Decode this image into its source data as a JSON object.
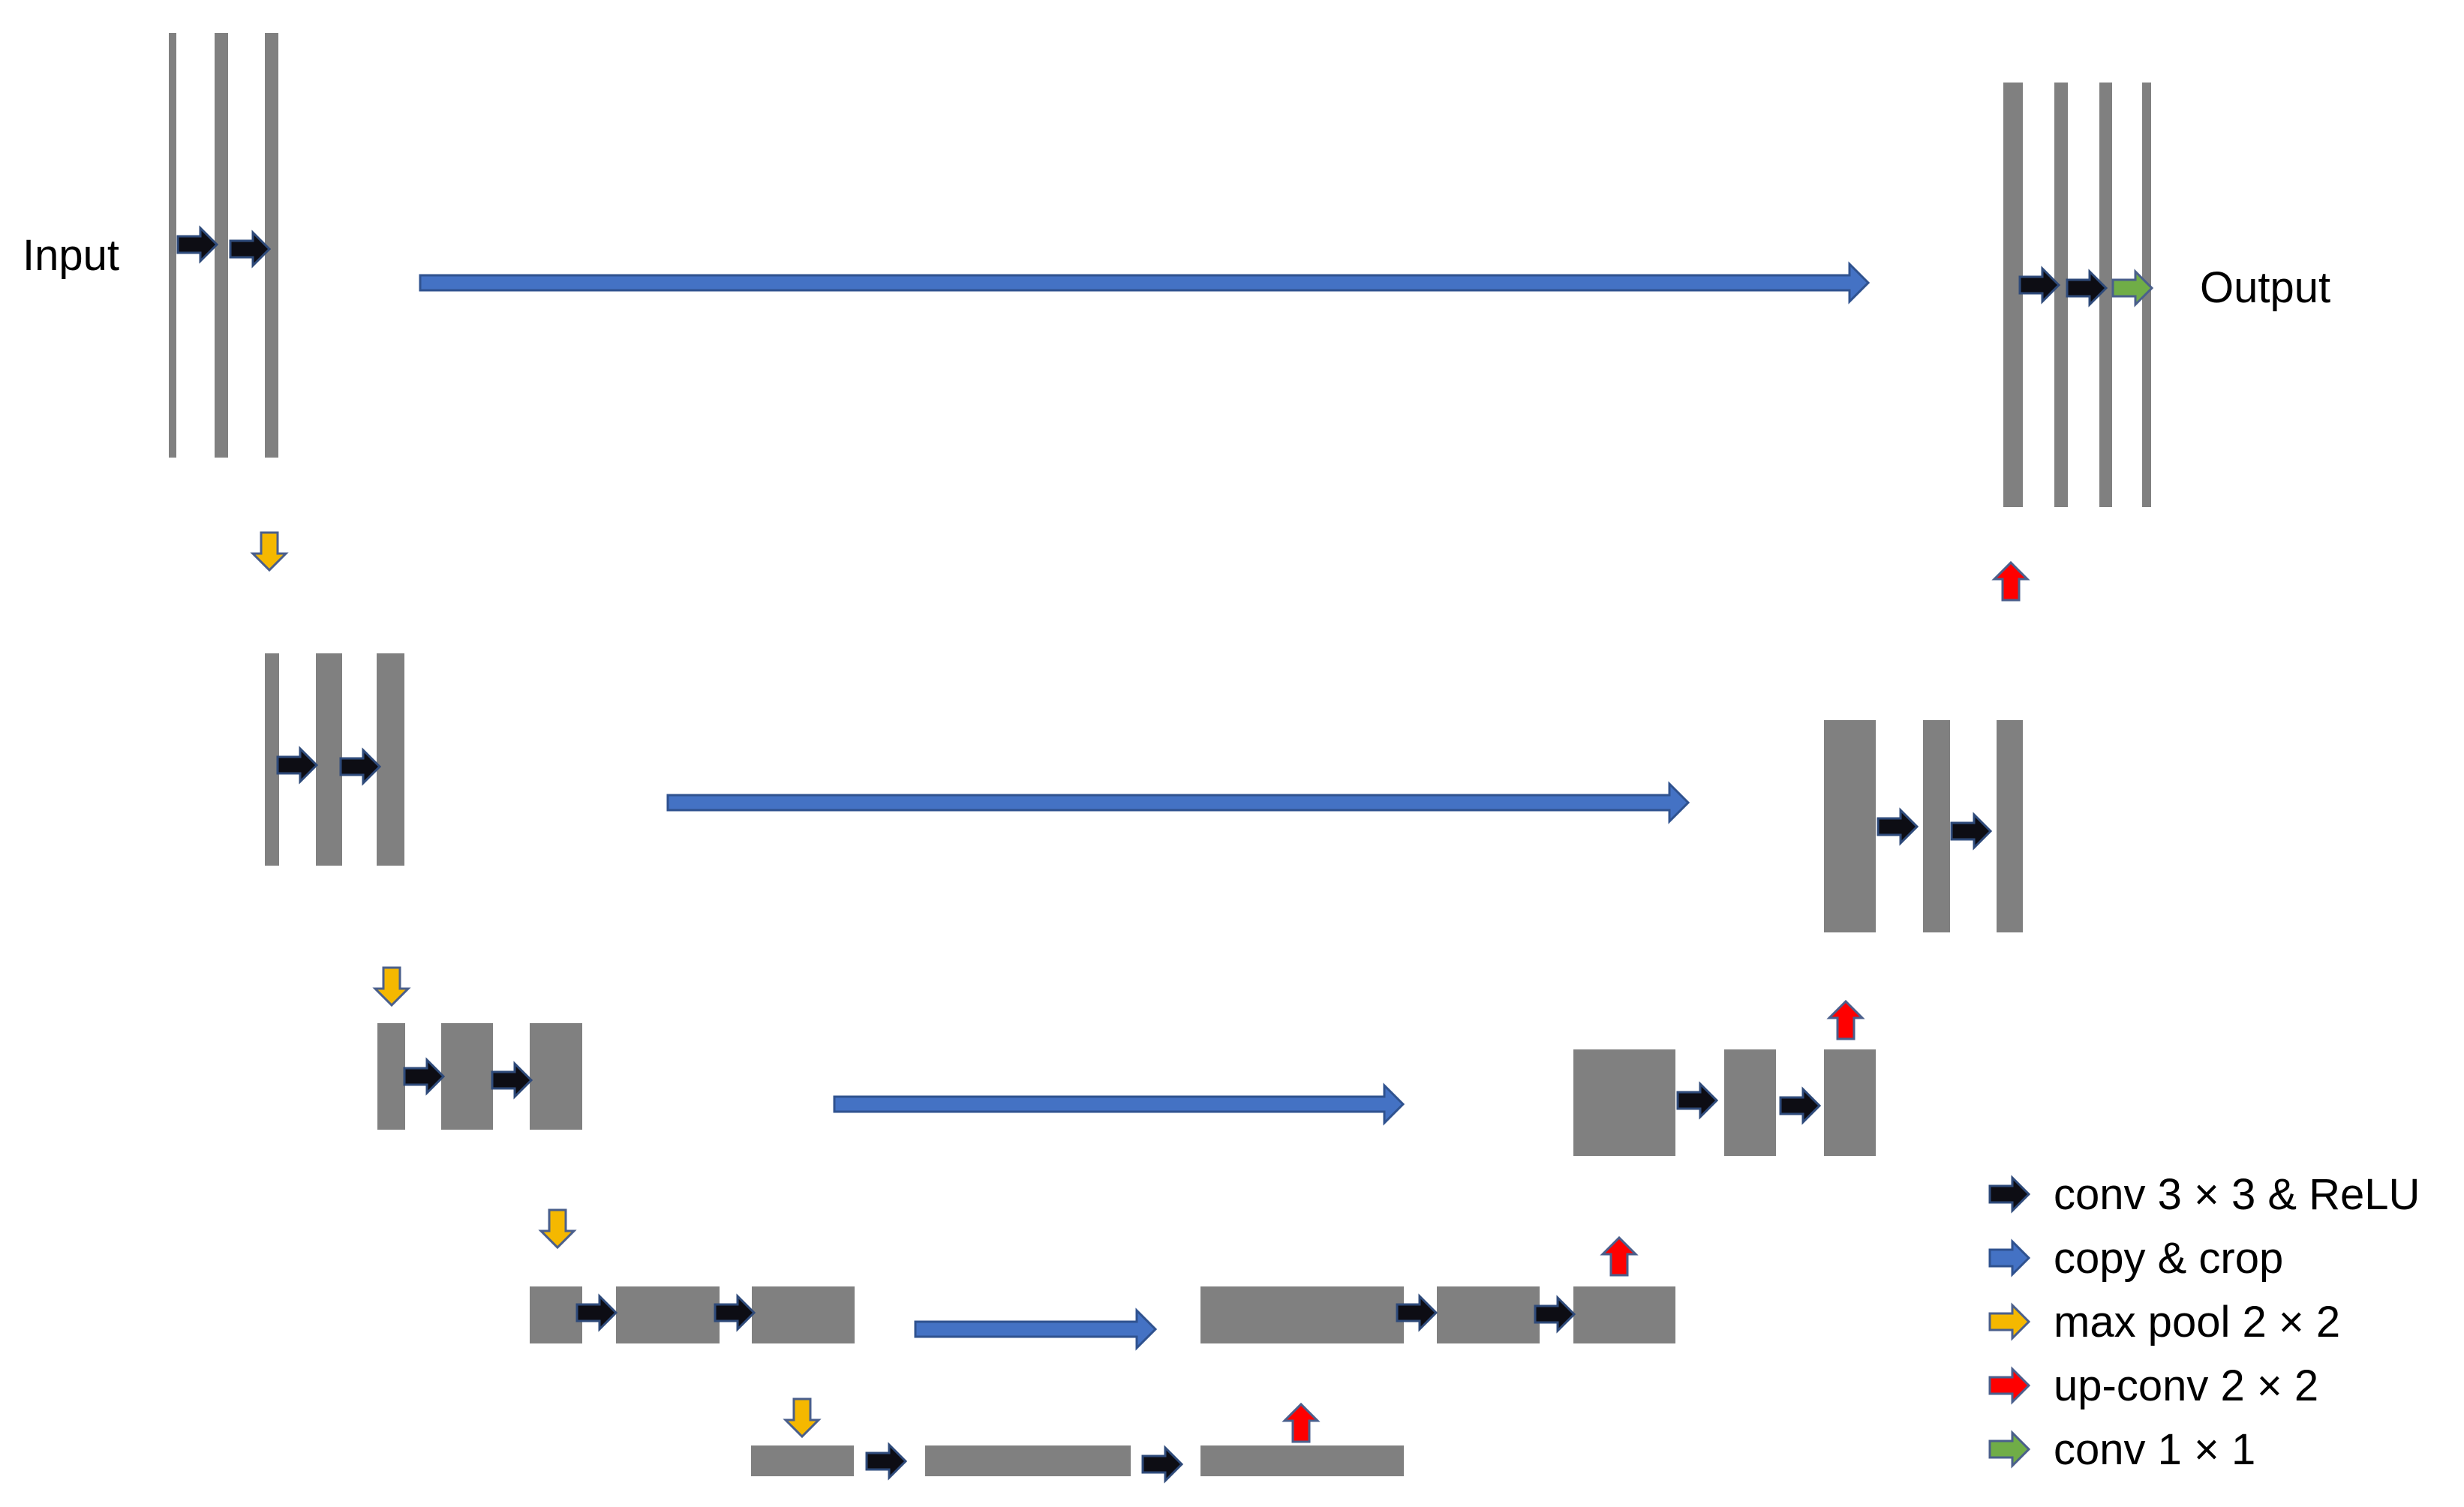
{
  "labels": {
    "input": "Input",
    "output": "Output"
  },
  "legend": [
    {
      "text": "conv 3 × 3 & ReLU",
      "icon": "arrow-right",
      "fill": "#0d0d14",
      "stroke": "#2e4a7a"
    },
    {
      "text": "copy & crop",
      "icon": "arrow-right",
      "fill": "#4472c4",
      "stroke": "#2f528f"
    },
    {
      "text": "max pool 2 × 2",
      "icon": "arrow-right",
      "fill": "#f5b800",
      "stroke": "#4a5f8c"
    },
    {
      "text": "up-conv 2 × 2",
      "icon": "arrow-right",
      "fill": "#ff0000",
      "stroke": "#4a5f8c"
    },
    {
      "text": "conv 1 × 1",
      "icon": "arrow-right",
      "fill": "#70ad47",
      "stroke": "#4a5f8c"
    }
  ],
  "colors": {
    "block": "#808080",
    "conv": "#0d0d14",
    "copy": "#4472c4",
    "pool": "#f5b800",
    "upconv": "#ff0000",
    "conv1x1": "#70ad47",
    "outline": "#2f528f"
  }
}
